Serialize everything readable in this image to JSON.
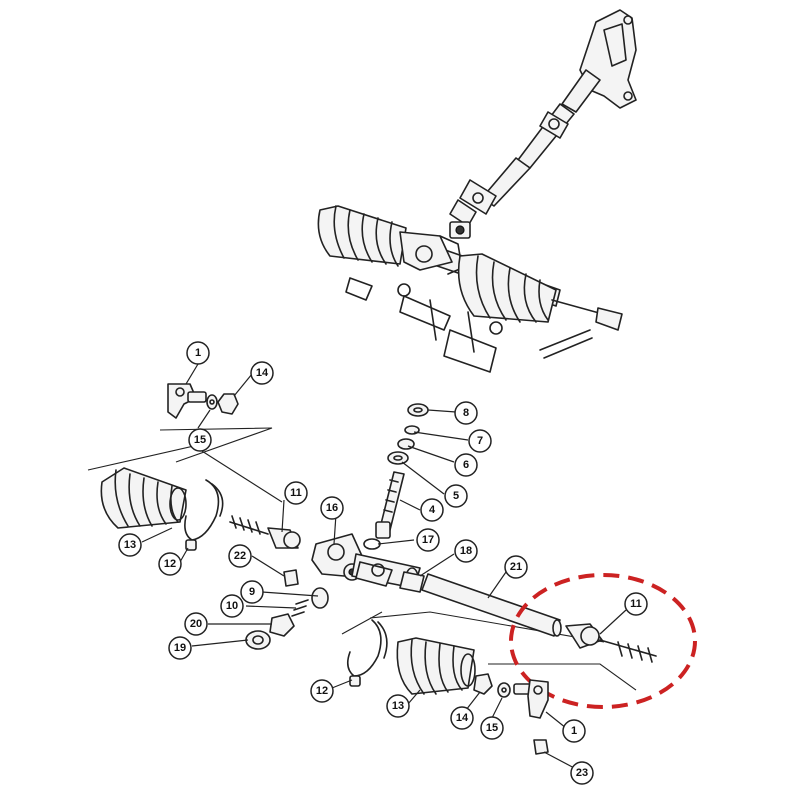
{
  "colors": {
    "line": "#222222",
    "background": "#ffffff",
    "highlight": "#cc2222"
  },
  "callouts": [
    {
      "id": "c1a",
      "text": "1"
    },
    {
      "id": "c14a",
      "text": "14"
    },
    {
      "id": "c15a",
      "text": "15"
    },
    {
      "id": "c8",
      "text": "8"
    },
    {
      "id": "c7",
      "text": "7"
    },
    {
      "id": "c6",
      "text": "6"
    },
    {
      "id": "c5",
      "text": "5"
    },
    {
      "id": "c4",
      "text": "4"
    },
    {
      "id": "c11a",
      "text": "11"
    },
    {
      "id": "c16",
      "text": "16"
    },
    {
      "id": "c17",
      "text": "17"
    },
    {
      "id": "c18",
      "text": "18"
    },
    {
      "id": "c21",
      "text": "21"
    },
    {
      "id": "c13a",
      "text": "13"
    },
    {
      "id": "c12a",
      "text": "12"
    },
    {
      "id": "c22",
      "text": "22"
    },
    {
      "id": "c9",
      "text": "9"
    },
    {
      "id": "c10",
      "text": "10"
    },
    {
      "id": "c20",
      "text": "20"
    },
    {
      "id": "c19",
      "text": "19"
    },
    {
      "id": "c11b",
      "text": "11"
    },
    {
      "id": "c12b",
      "text": "12"
    },
    {
      "id": "c13b",
      "text": "13"
    },
    {
      "id": "c14b",
      "text": "14"
    },
    {
      "id": "c15b",
      "text": "15"
    },
    {
      "id": "c1b",
      "text": "1"
    },
    {
      "id": "c23",
      "text": "23"
    }
  ]
}
